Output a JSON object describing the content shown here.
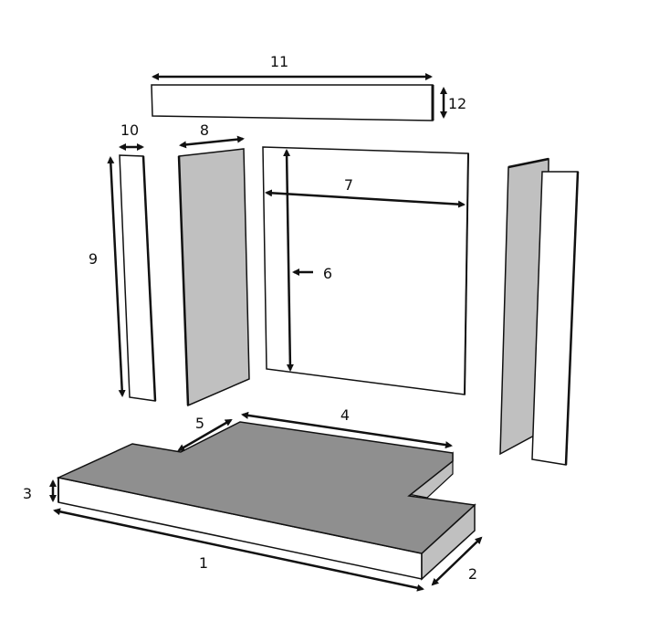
{
  "diagram": {
    "type": "exploded-parts-dimension-diagram",
    "colors": {
      "outline": "#111111",
      "top_surface": "#8f8f8f",
      "side_surface": "#c0c0c0",
      "panel_light": "#ffffff",
      "panel_shaded": "#c0c0c0"
    },
    "parts": [
      {
        "id": "top-bar",
        "description": "horizontal top rail"
      },
      {
        "id": "left-strip",
        "description": "narrow vertical strip (left)"
      },
      {
        "id": "left-panel",
        "description": "shaded side panel (left)"
      },
      {
        "id": "back-panel",
        "description": "large rear panel"
      },
      {
        "id": "right-shaded-panel",
        "description": "shaded side panel (right)"
      },
      {
        "id": "right-strip",
        "description": "white vertical strip (right)"
      },
      {
        "id": "base-hearth",
        "description": "stepped base slab"
      }
    ],
    "labels": {
      "d1": "1",
      "d2": "2",
      "d3": "3",
      "d4": "4",
      "d5": "5",
      "d6": "6",
      "d7": "7",
      "d8": "8",
      "d9": "9",
      "d10": "10",
      "d11": "11",
      "d12": "12"
    }
  }
}
